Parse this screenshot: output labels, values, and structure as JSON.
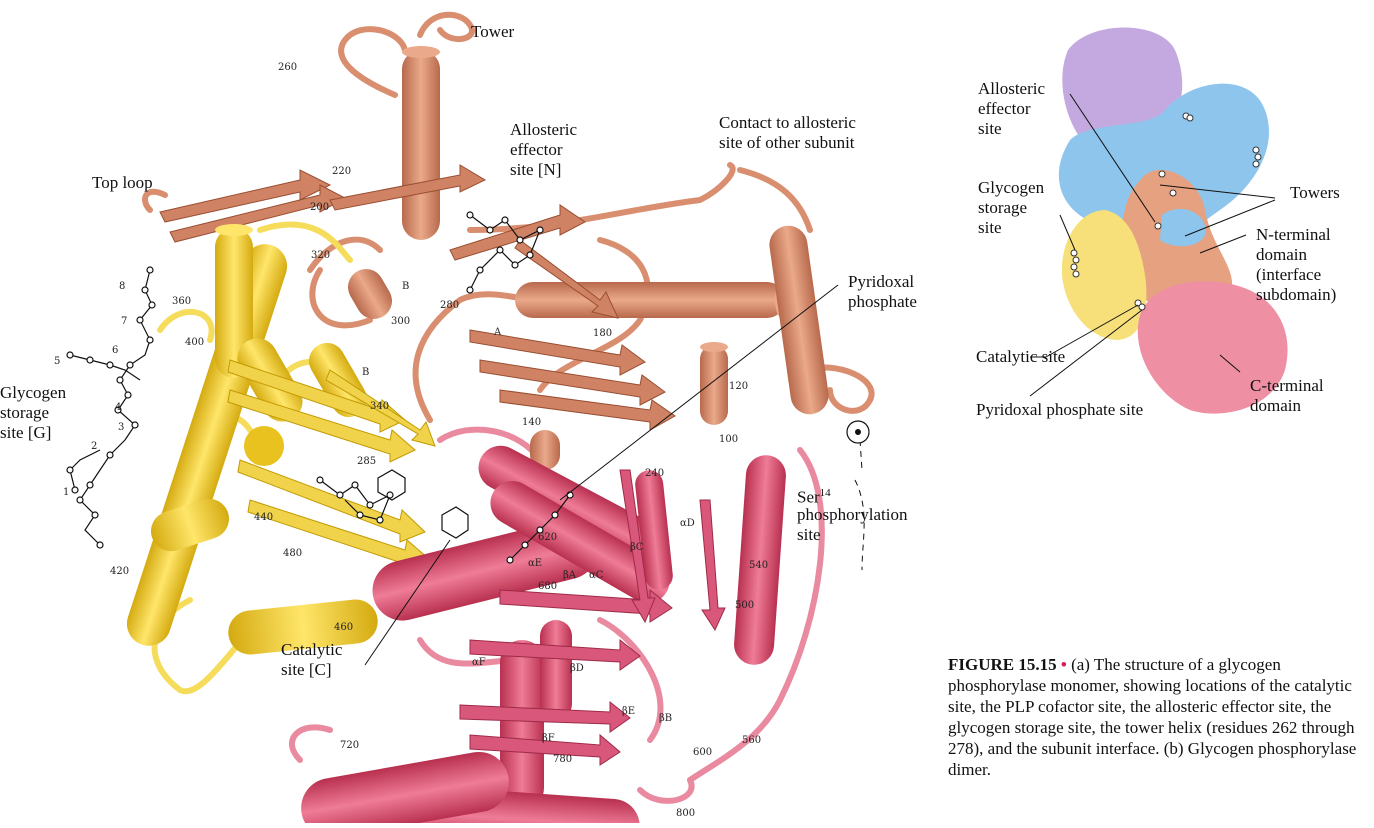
{
  "figure_a": {
    "labels": {
      "tower": "Tower",
      "top_loop": "Top loop",
      "allosteric": "Allosteric\neffector\nsite [N]",
      "contact": "Contact to allosteric\nsite of other subunit",
      "pyridoxal": "Pyridoxal\nphosphate",
      "glycogen": "Glycogen\nstorage\nsite [G]",
      "catalytic": "Catalytic\nsite [C]",
      "ser_prefix": "Ser",
      "ser_sup": "14",
      "phos": "phosphorylation\nsite"
    },
    "residue_numbers": [
      "260",
      "220",
      "200",
      "320",
      "360",
      "400",
      "280",
      "300",
      "340",
      "180",
      "120",
      "100",
      "140",
      "240",
      "285",
      "440",
      "480",
      "420",
      "460",
      "620",
      "680",
      "540",
      "500",
      "720",
      "780",
      "800",
      "600",
      "560"
    ],
    "glycogen_numbers": [
      "8",
      "7",
      "6",
      "5",
      "4",
      "3",
      "2",
      "1"
    ],
    "structure_letters": [
      "B",
      "B",
      "A",
      "αD",
      "βC",
      "αC",
      "βA",
      "αE",
      "βD",
      "αF",
      "βE",
      "βB",
      "βF"
    ]
  },
  "figure_b": {
    "labels": {
      "allosteric": "Allosteric\neffector\nsite",
      "glycogen": "Glycogen\nstorage\nsite",
      "towers": "Towers",
      "nterm": "N-terminal\ndomain\n(interface\nsubdomain)",
      "catalytic": "Catalytic site",
      "cterm": "C-terminal\ndomain",
      "plp": "Pyridoxal phosphate site"
    }
  },
  "caption": {
    "figure": "FIGURE 15.15",
    "bullet": "•",
    "text": "(a) The structure of a glycogen phosphorylase monomer, showing locations of the catalytic site, the PLP cofactor site, the allosteric effector site, the glycogen storage site, the tower helix (residues 262 through 278), and the subunit interface. (b) Glycogen phosphorylase dimer."
  },
  "colors": {
    "n_domain": "#d98e6f",
    "c_domain": "#e05a7c",
    "glycogen_domain": "#f2d23a",
    "blue_subunit": "#8ec5ec",
    "purple_subunit": "#c4a9e0"
  }
}
